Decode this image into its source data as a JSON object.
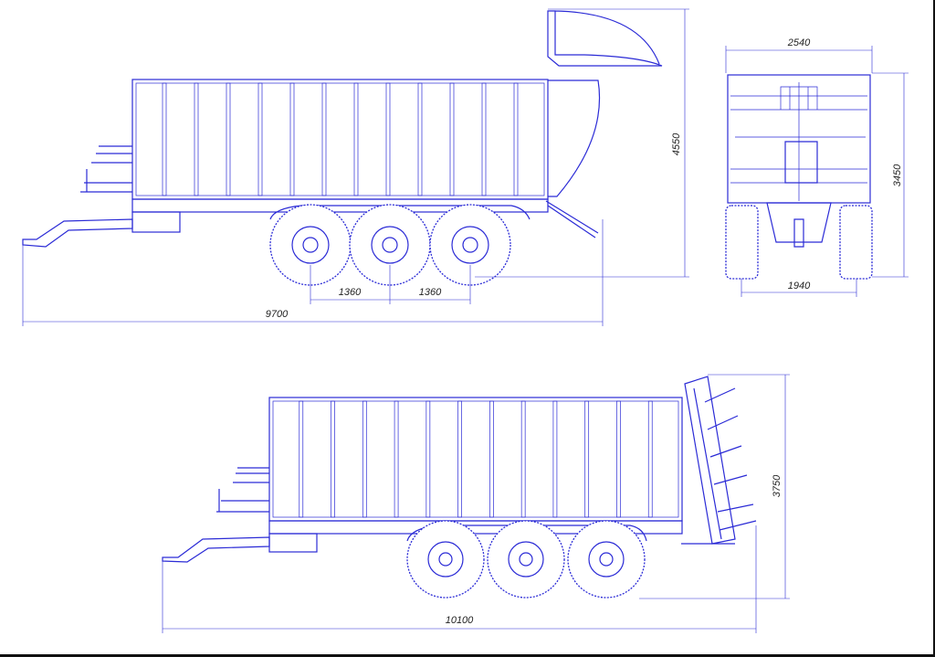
{
  "drawing": {
    "line_color": "#2b2bd6",
    "side_view_top": {
      "height_label": "4550",
      "length_label": "9700",
      "axle_spacing_labels": [
        "1360",
        "1360"
      ]
    },
    "front_view": {
      "width_label": "2540",
      "height_label": "3450",
      "track_label": "1940"
    },
    "side_view_bottom": {
      "height_label": "3750",
      "length_label": "10100"
    }
  }
}
